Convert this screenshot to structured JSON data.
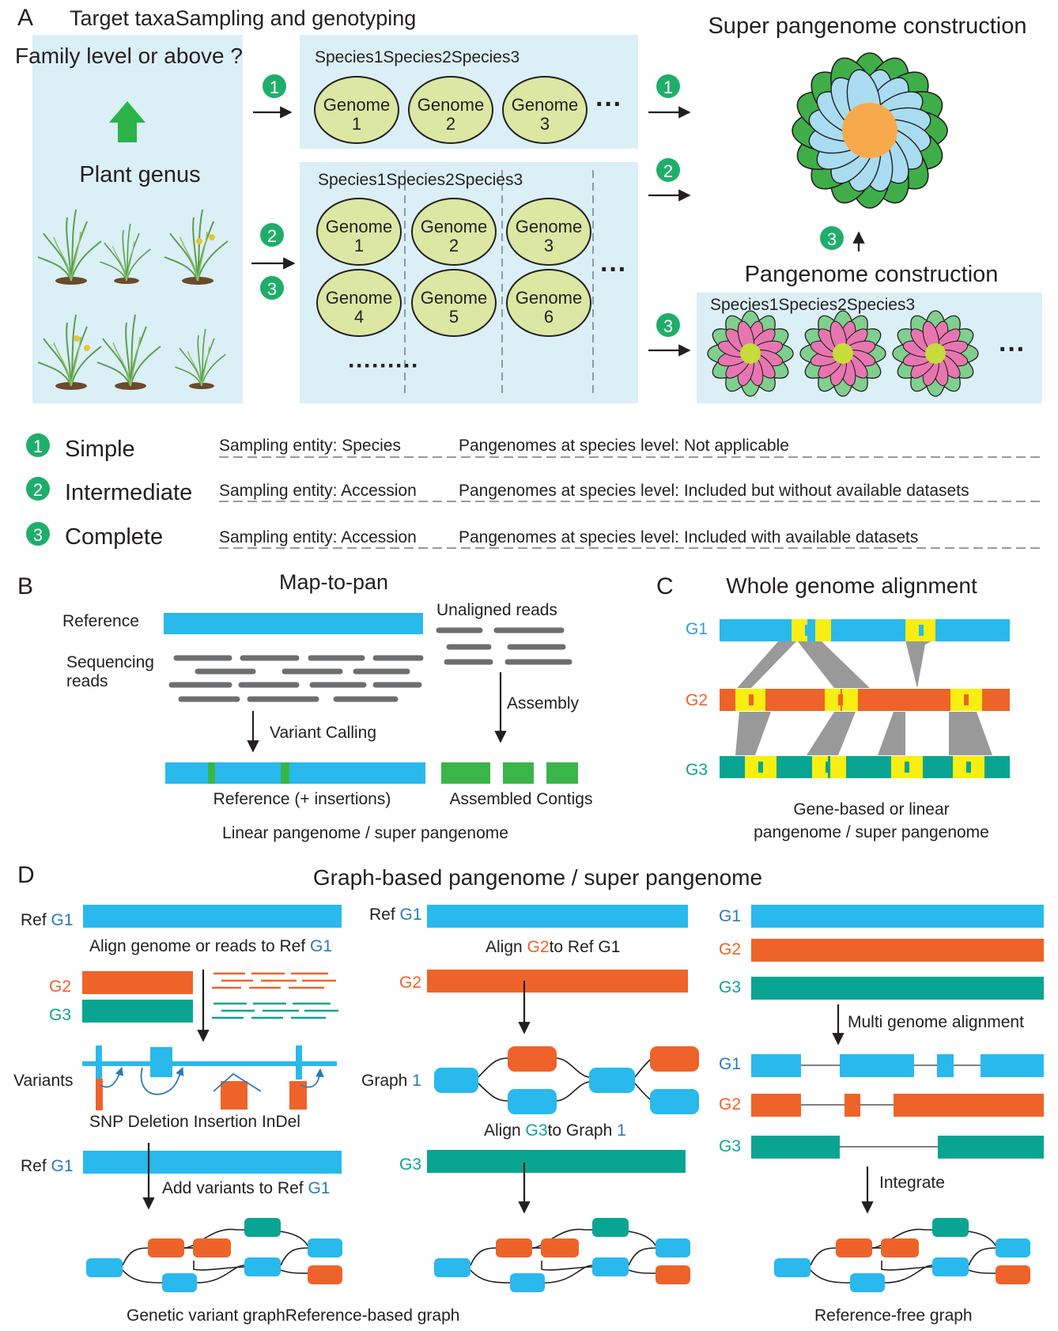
{
  "colors": {
    "panel_bg": "#dbeff7",
    "genome_fill": "#dbe7a3",
    "green_badge": "#1fae6a",
    "blue": "#29b9ec",
    "orange": "#ee632a",
    "teal": "#0aa592",
    "yellow": "#f9ee11",
    "gray": "#999999",
    "read_gray": "#6d6e70",
    "contig_green": "#39b54a",
    "flower_green": "#3fae49",
    "flower_blue": "#a9dcf0",
    "flower_center": "#f7a94c",
    "small_flower_green": "#7fcf8f",
    "small_flower_pink": "#e776b0",
    "small_flower_center": "#c6dc3a"
  },
  "panel_a": {
    "letter": "A",
    "heading_left": "Target taxa",
    "heading_mid": "Sampling and genotyping",
    "heading_right": "Super pangenome construction",
    "family_level": "Family level or above ?",
    "plant_genus": "Plant genus",
    "genome_word": "Genome",
    "species": [
      "Species1",
      "Species2",
      "Species3"
    ],
    "genomes_top": [
      "1",
      "2",
      "3"
    ],
    "genomes_bottom": [
      "1",
      "2",
      "3",
      "4",
      "5",
      "6"
    ],
    "ellipsis": "···",
    "dotted": "·········",
    "pangenome_construction": "Pangenome construction",
    "badges": [
      "1",
      "2",
      "3"
    ],
    "strategies": [
      {
        "num": "1",
        "name": "Simple",
        "sampling": "Sampling entity: Species",
        "pangenomes": "Pangenomes at species level: Not applicable"
      },
      {
        "num": "2",
        "name": "Intermediate",
        "sampling": "Sampling entity: Accession",
        "pangenomes": "Pangenomes at species level: Included but without available datasets"
      },
      {
        "num": "3",
        "name": "Complete",
        "sampling": "Sampling entity: Accession",
        "pangenomes": "Pangenomes at species level: Included with available datasets"
      }
    ]
  },
  "panel_b": {
    "letter": "B",
    "title": "Map-to-pan",
    "reference": "Reference",
    "sequencing_reads_1": "Sequencing",
    "sequencing_reads_2": "reads",
    "unaligned_reads": "Unaligned reads",
    "assembly": "Assembly",
    "variant_calling": "Variant Calling",
    "reference_insertions": "Reference (+ insertions)",
    "assembled_contigs": "Assembled Contigs",
    "caption": "Linear pangenome / super pangenome"
  },
  "panel_c": {
    "letter": "C",
    "title": "Whole genome alignment",
    "g1": "G1",
    "g2": "G2",
    "g3": "G3",
    "caption_1": "Gene-based or linear",
    "caption_2": "pangenome / super pangenome"
  },
  "panel_d": {
    "letter": "D",
    "title": "Graph-based pangenome / super pangenome",
    "ref": "Ref",
    "g1": "G1",
    "g2": "G2",
    "g3": "G3",
    "align_genome": "Align genome or reads to Ref",
    "variants": "Variants",
    "variant_types": [
      "SNP",
      "Deletion",
      "Insertion",
      "InDel"
    ],
    "add_variants": "Add variants to Ref",
    "align_word": "Align",
    "to_ref_g1": "to Ref G1",
    "graph": "Graph",
    "graph_num": "1",
    "to_graph": "to Graph",
    "multi_alignment": "Multi genome alignment",
    "integrate": "Integrate",
    "captions": [
      "Genetic variant graph",
      "Reference-based graph",
      "Reference-free graph"
    ]
  }
}
